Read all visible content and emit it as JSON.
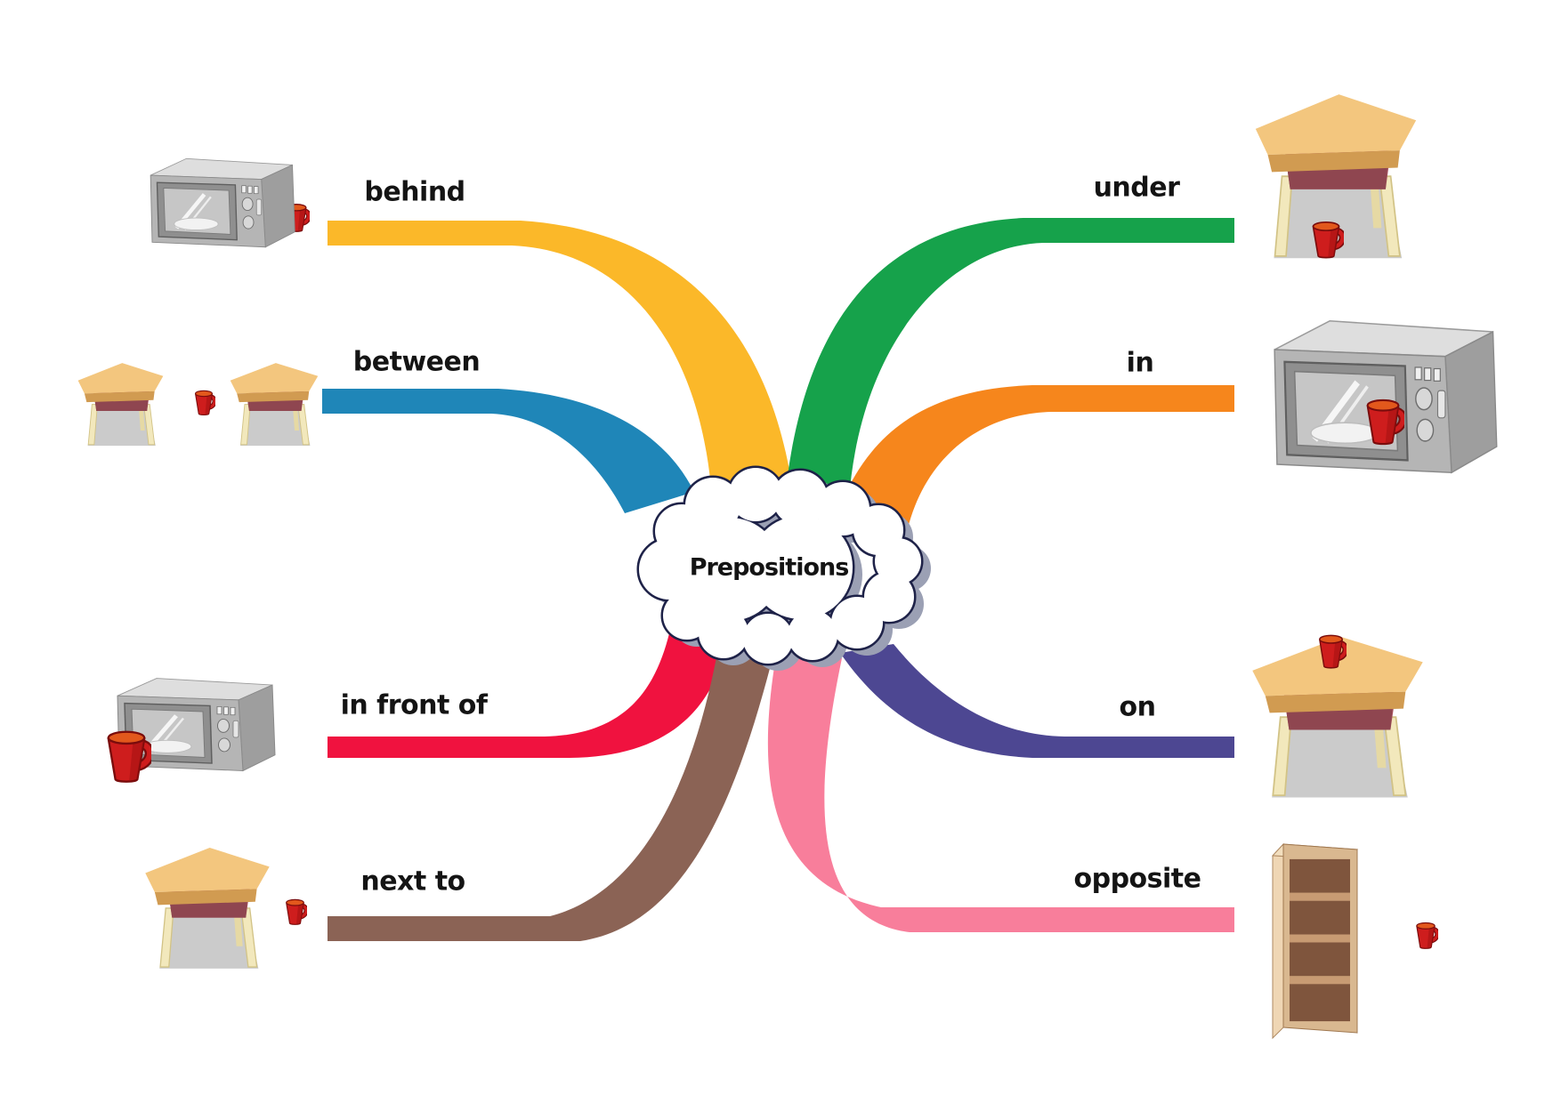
{
  "diagram": {
    "center_label": "Prepositions",
    "outline_color": "#1E2248",
    "shadow_color": "#9BA0B4",
    "background_color": "#FFFFFF"
  },
  "branches": [
    {
      "label": "behind",
      "color": "#FBB829",
      "side": "top-left",
      "illustration": "microwave-with-cup-behind"
    },
    {
      "label": "between",
      "color": "#1F86B8",
      "side": "left",
      "illustration": "two-tables-with-cup-between"
    },
    {
      "label": "in front of",
      "color": "#F0123F",
      "side": "bottom-left",
      "illustration": "microwave-with-cup-in-front"
    },
    {
      "label": "next to",
      "color": "#8B6355",
      "side": "lower-left",
      "illustration": "table-with-cup-next-to"
    },
    {
      "label": "under",
      "color": "#16A24B",
      "side": "top-right",
      "illustration": "table-with-cup-under"
    },
    {
      "label": "in",
      "color": "#F6861C",
      "side": "right",
      "illustration": "microwave-with-cup-in"
    },
    {
      "label": "on",
      "color": "#4D4792",
      "side": "bottom-right",
      "illustration": "table-with-cup-on"
    },
    {
      "label": "opposite",
      "color": "#F87E9B",
      "side": "lower-right",
      "illustration": "bookshelf-with-cup-opposite"
    }
  ]
}
